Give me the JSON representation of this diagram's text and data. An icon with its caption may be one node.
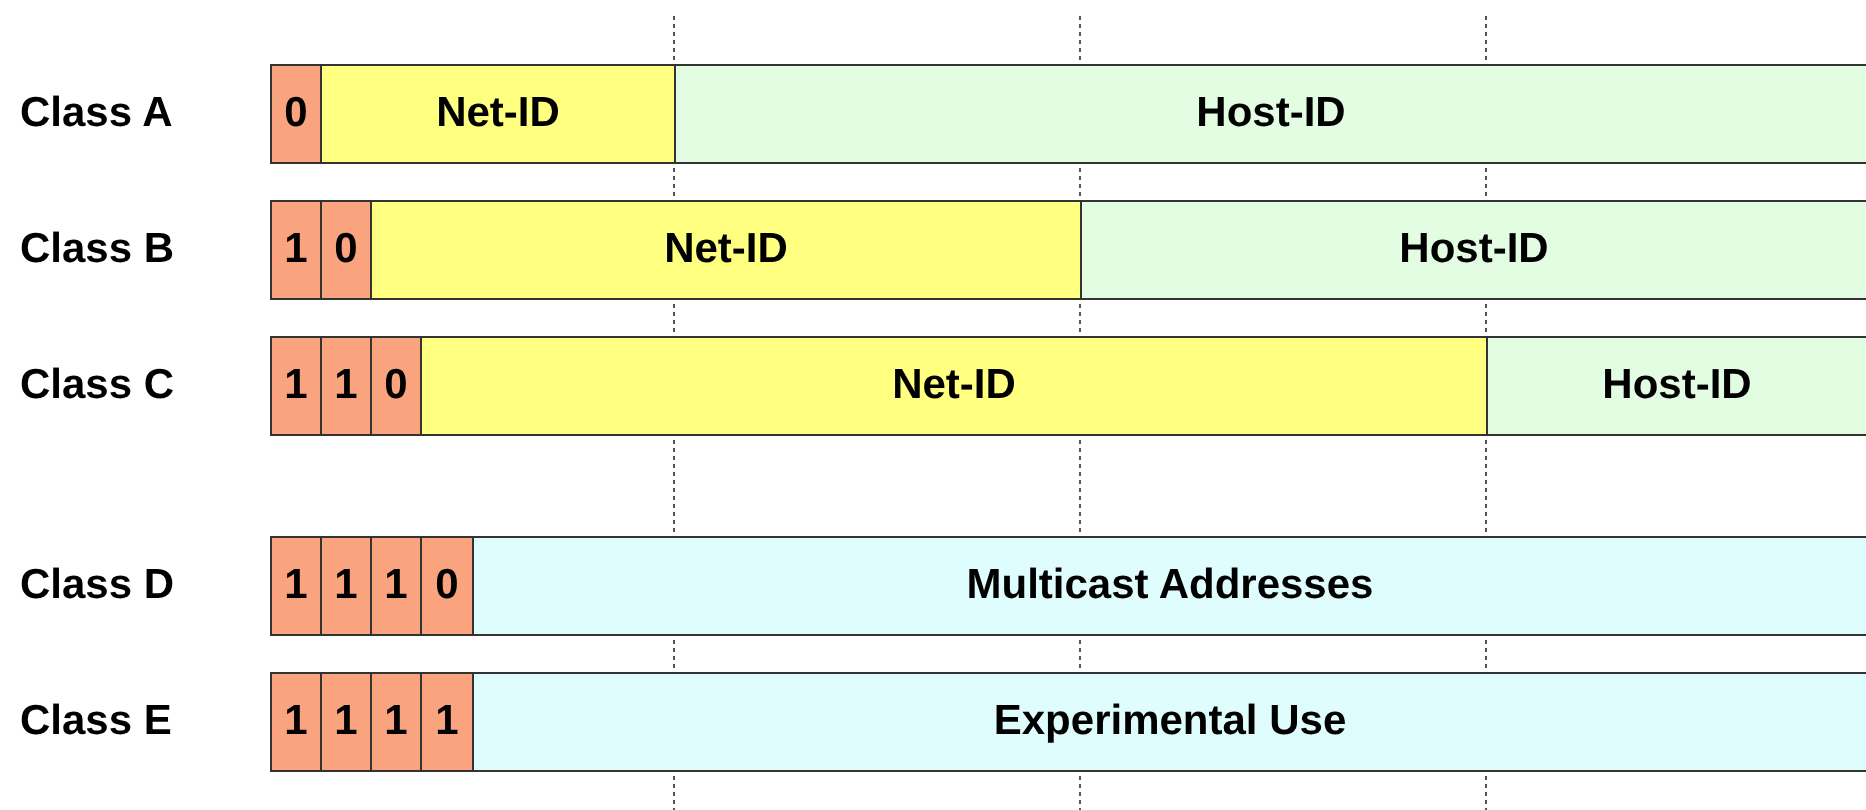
{
  "diagram": {
    "nodes": [
      {
        "text": [
          "0"
        ]
      },
      {
        "text": [
          "Net-ID"
        ]
      },
      {
        "text": [
          "Host-ID"
        ]
      },
      {
        "text": [
          "1"
        ]
      },
      {
        "text": [
          "0"
        ]
      },
      {
        "text": [
          "Net-ID"
        ]
      },
      {
        "text": [
          "Host-ID"
        ]
      },
      {
        "text": [
          "1"
        ]
      },
      {
        "text": [
          "1"
        ]
      },
      {
        "text": [
          "0"
        ]
      },
      {
        "text": [
          "Net-ID"
        ]
      },
      {
        "text": [
          "Host-ID"
        ]
      },
      {
        "text": [
          "1"
        ]
      },
      {
        "text": [
          "1"
        ]
      },
      {
        "text": [
          "1"
        ]
      },
      {
        "text": [
          "0"
        ]
      },
      {
        "text": [
          "Multicast Addresses"
        ]
      },
      {
        "text": [
          "1"
        ]
      },
      {
        "text": [
          "1"
        ]
      },
      {
        "text": [
          "1"
        ]
      },
      {
        "text": [
          "1"
        ]
      },
      {
        "text": [
          "Experimental Use"
        ]
      }
    ],
    "edges": [],
    "labels": [
      "Class A",
      "Class B",
      "Class C",
      "Class D",
      "Class E"
    ]
  }
}
